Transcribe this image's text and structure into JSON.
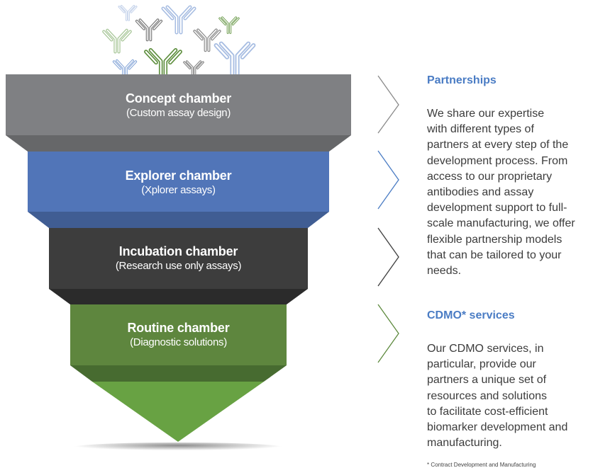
{
  "colors": {
    "concept": "#7f8083",
    "concept_shadow": "#666769",
    "explorer": "#5175b8",
    "explorer_shadow": "#405d93",
    "incubation": "#3d3d3d",
    "incubation_shadow": "#2b2b2b",
    "routine": "#5e863e",
    "routine_shadow": "#476b30",
    "arrow": "#68a243",
    "heading": "#4a7cc4",
    "body_text": "#3c3c3c"
  },
  "chambers": [
    {
      "title": "Concept chamber",
      "subtitle": "(Custom assay design)"
    },
    {
      "title": "Explorer chamber",
      "subtitle": "(Xplorer assays)"
    },
    {
      "title": "Incubation chamber",
      "subtitle": "(Research use only assays)"
    },
    {
      "title": "Routine chamber",
      "subtitle": "(Diagnostic solutions)"
    }
  ],
  "chevron_colors": [
    "#8a8a8a",
    "#4a7cc4",
    "#3d3d3d",
    "#5e8a3e"
  ],
  "antibody_icons": [
    {
      "name": "antibody-icon",
      "color": "#b8c9e6"
    },
    {
      "name": "antibody-icon",
      "color": "#7a7a7a"
    },
    {
      "name": "antibody-icon",
      "color": "#a9c79a"
    },
    {
      "name": "antibody-icon",
      "color": "#5e8f3e"
    },
    {
      "name": "antibody-icon",
      "color": "#86a6d8"
    },
    {
      "name": "antibody-icon",
      "color": "#a7bde2"
    },
    {
      "name": "antibody-icon",
      "color": "#8a8a8a"
    },
    {
      "name": "antibody-icon",
      "color": "#6a9a4a"
    },
    {
      "name": "antibody-icon",
      "color": "#6e6e6e"
    },
    {
      "name": "antibody-icon",
      "color": "#a7bde2"
    }
  ],
  "partnerships": {
    "heading": "Partnerships",
    "lines": [
      "We share our expertise",
      "with different types of",
      "partners at every step of the",
      "development process. From",
      "access to our proprietary",
      "antibodies and assay",
      "development support to full-",
      "scale manufacturing, we offer",
      "flexible partnership models",
      "that can be tailored to your",
      "needs."
    ]
  },
  "cdmo": {
    "heading": "CDMO* services",
    "lines": [
      "Our CDMO services, in",
      "particular, provide our",
      "partners a unique set of",
      "resources and solutions",
      "to facilitate cost-efficient",
      "biomarker development and",
      "manufacturing."
    ]
  },
  "footnote": "* Contract Development and Manufacturing"
}
